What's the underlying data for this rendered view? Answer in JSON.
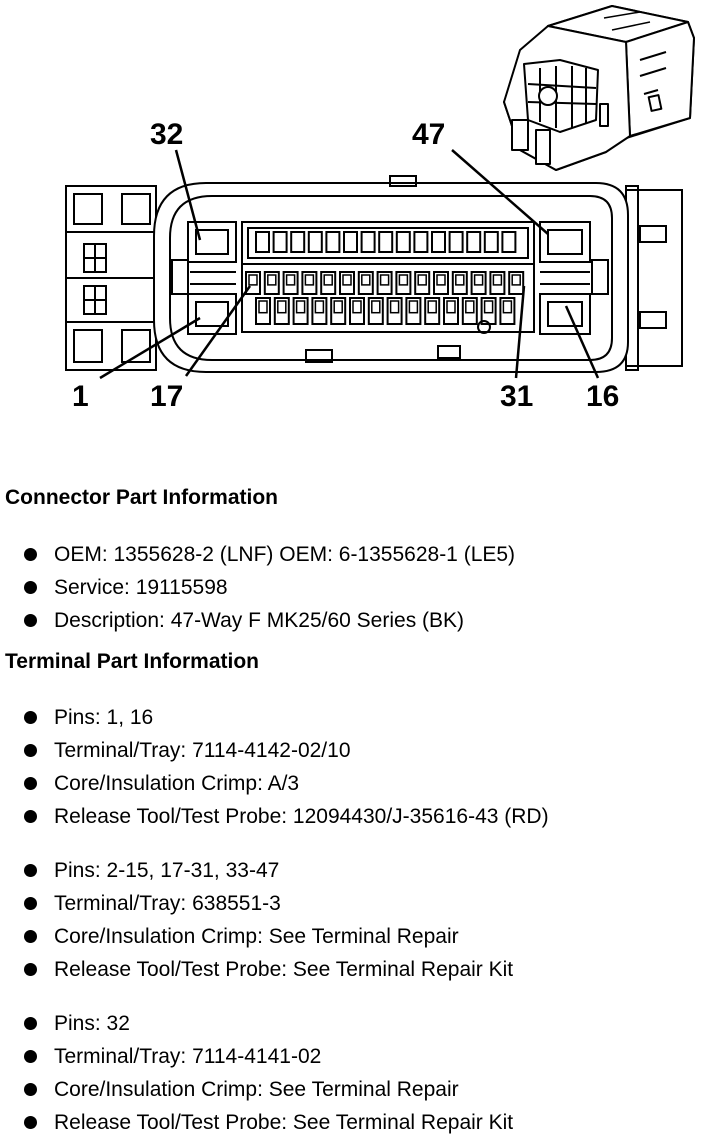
{
  "diagram": {
    "pin_labels": {
      "p32": "32",
      "p47": "47",
      "p1": "1",
      "p17": "17",
      "p31": "31",
      "p16": "16"
    }
  },
  "connector_info": {
    "title": "Connector Part Information",
    "items": [
      "OEM: 1355628-2 (LNF) OEM: 6-1355628-1 (LE5)",
      "Service: 19115598",
      "Description: 47-Way F MK25/60 Series (BK)"
    ]
  },
  "terminal_info": {
    "title": "Terminal Part Information",
    "groups": [
      {
        "items": [
          "Pins: 1, 16",
          "Terminal/Tray: 7114-4142-02/10",
          "Core/Insulation Crimp: A/3",
          "Release Tool/Test Probe: 12094430/J-35616-43 (RD)"
        ]
      },
      {
        "items": [
          "Pins: 2-15, 17-31, 33-47",
          "Terminal/Tray: 638551-3",
          "Core/Insulation Crimp: See Terminal Repair",
          "Release Tool/Test Probe: See Terminal Repair Kit"
        ]
      },
      {
        "items": [
          "Pins: 32",
          "Terminal/Tray: 7114-4141-02",
          "Core/Insulation Crimp: See Terminal Repair",
          "Release Tool/Test Probe: See Terminal Repair Kit"
        ]
      }
    ]
  }
}
